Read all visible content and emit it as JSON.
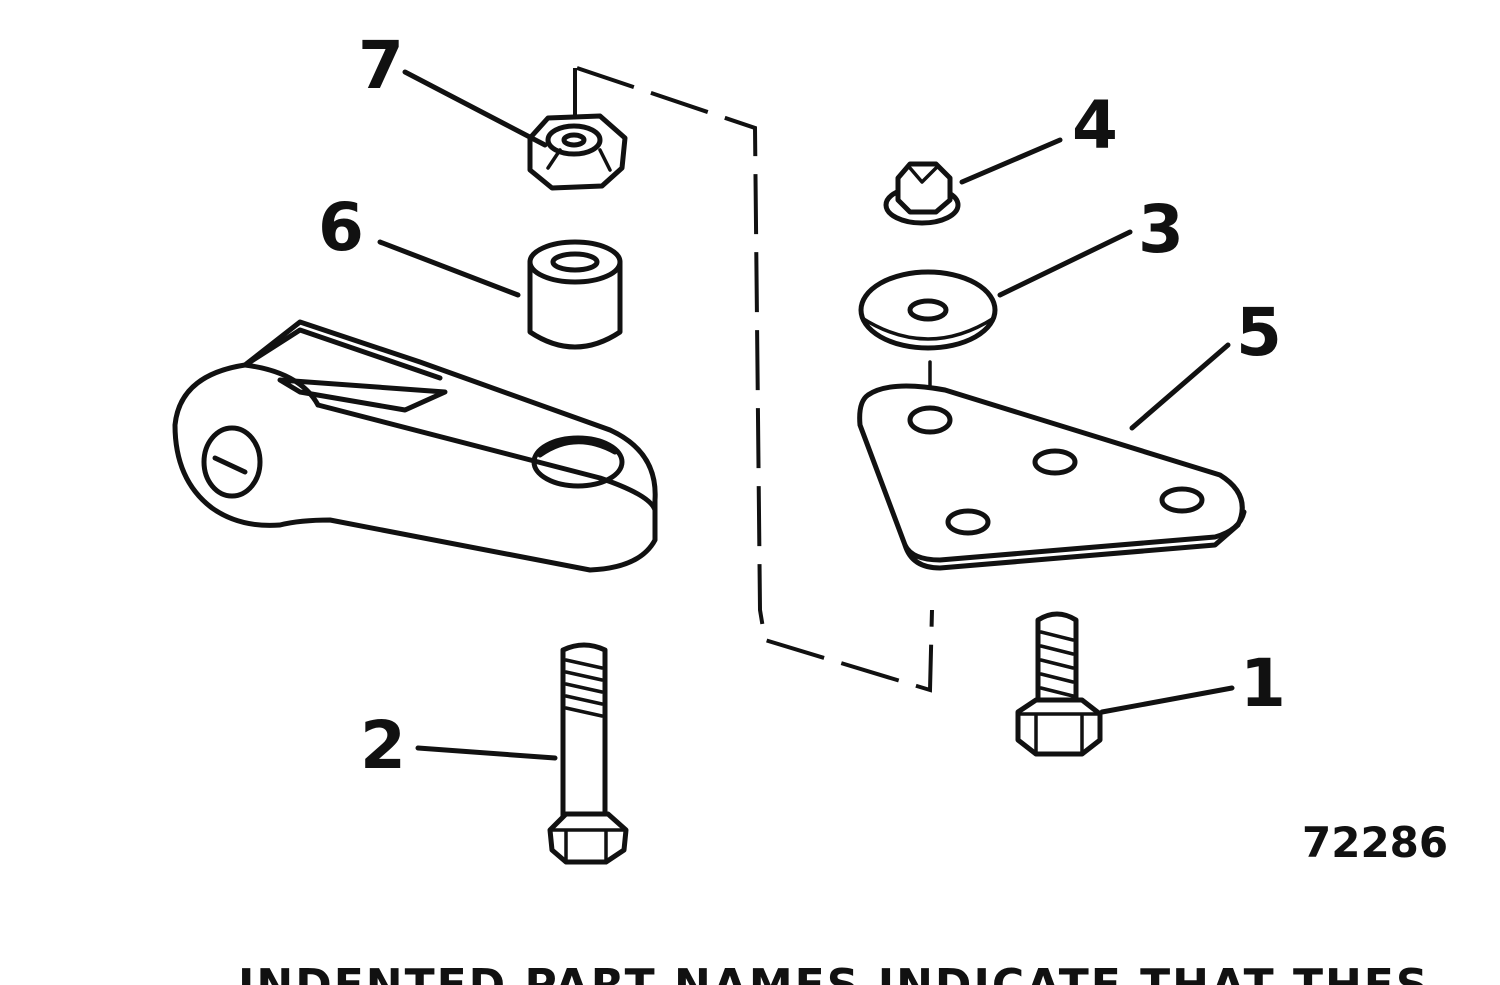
{
  "callouts": {
    "c1": "1",
    "c2": "2",
    "c3": "3",
    "c4": "4",
    "c5": "5",
    "c6": "6",
    "c7": "7"
  },
  "figure_number": "72286",
  "footer_text": "INDENTED PART NAMES INDICATE THAT THES"
}
